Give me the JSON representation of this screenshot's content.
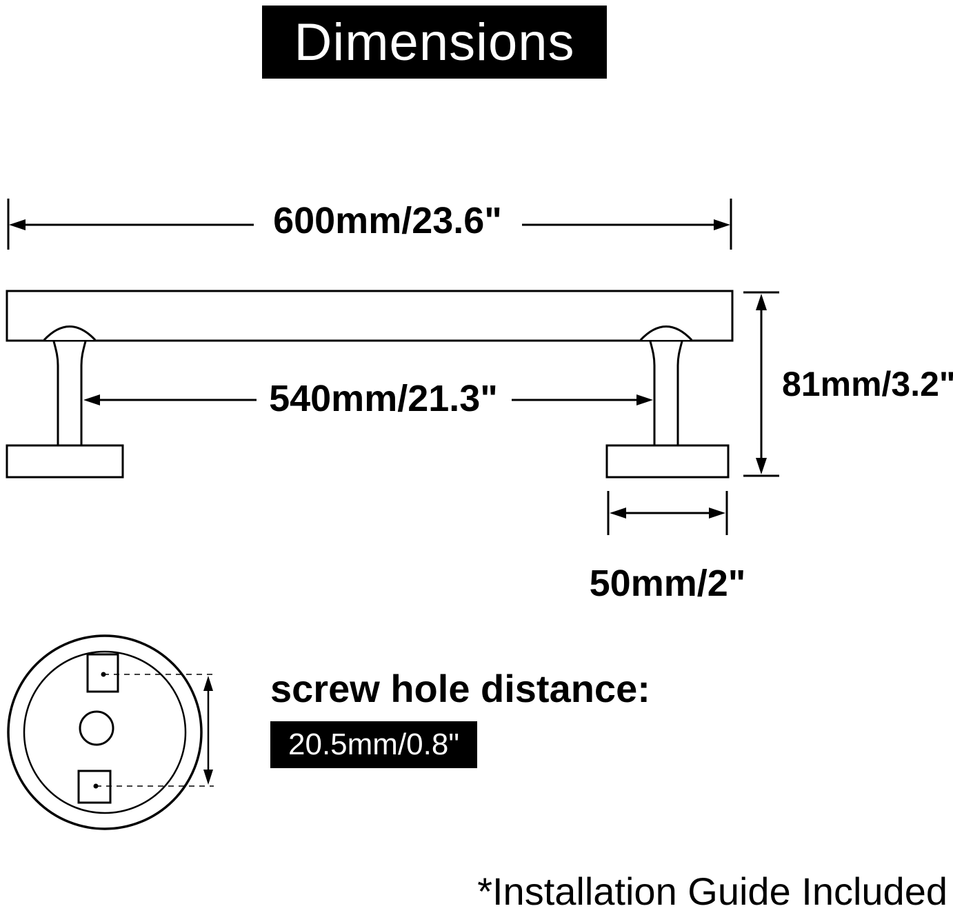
{
  "title": "Dimensions",
  "drawing": {
    "overall_length": "600mm/23.6\"",
    "post_spacing": "540mm/21.3\"",
    "height": "81mm/3.2\"",
    "base_width": "50mm/2\""
  },
  "screw_hole": {
    "label": "screw hole distance:",
    "value": "20.5mm/0.8\""
  },
  "footnote": "*Installation Guide Included",
  "colors": {
    "ink": "#000000",
    "background": "#ffffff",
    "banner_bg": "#000000",
    "banner_text": "#ffffff"
  }
}
